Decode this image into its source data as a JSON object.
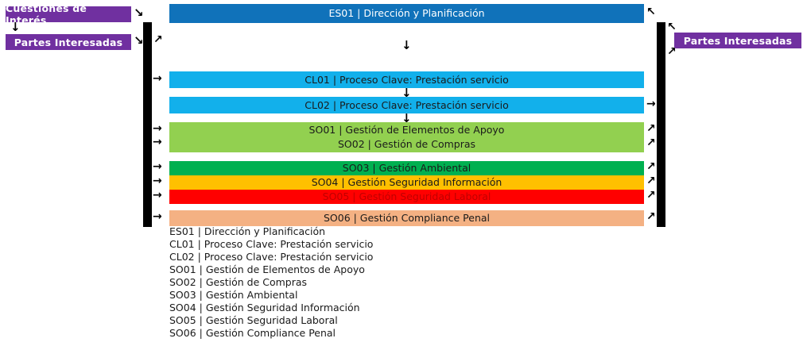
{
  "diagram": {
    "title_hidden": "",
    "stakeholders": {
      "left": [
        {
          "label": "Cuestiones de Interés"
        },
        {
          "label": "Partes Interesadas"
        }
      ],
      "right": [
        {
          "label": "Partes Interesadas"
        }
      ]
    },
    "process_bars": [
      {
        "id": "es01",
        "lines": [
          "ES01 | Dirección y Planificación"
        ],
        "color": "#1072BA",
        "text_color": "#FFFFFF"
      },
      {
        "id": "cl01",
        "lines": [
          "CL01 | Proceso Clave: Prestación servicio"
        ],
        "color": "#12B0EB",
        "text_color": "#1A1A1A"
      },
      {
        "id": "cl02",
        "lines": [
          "CL02 | Proceso Clave: Prestación servicio"
        ],
        "color": "#12B0EB",
        "text_color": "#1A1A1A"
      },
      {
        "id": "so0102",
        "lines": [
          "SO01 | Gestión de Elementos de Apoyo",
          "SO02 | Gestión de Compras"
        ],
        "color": "#92D050",
        "text_color": "#1A1A1A"
      },
      {
        "id": "so03",
        "lines": [
          "SO03 | Gestión Ambiental"
        ],
        "color": "#00B050",
        "text_color": "#1A1A1A"
      },
      {
        "id": "so04",
        "lines": [
          "SO04 | Gestión Seguridad Información"
        ],
        "color": "#FFC000",
        "text_color": "#1A1A1A"
      },
      {
        "id": "so05",
        "lines": [
          "SO05 | Gestión Seguridad Laboral"
        ],
        "color": "#FF0000",
        "text_color": "#C00000"
      },
      {
        "id": "so06",
        "lines": [
          "SO06 | Gestión Compliance Penal"
        ],
        "color": "#F4B183",
        "text_color": "#1A1A1A"
      }
    ],
    "arrows": {
      "down": "↓",
      "down_right": "↘",
      "up_right": "↗",
      "up_left": "↖",
      "right": "→"
    },
    "rails": {
      "color": "#000000"
    },
    "legend": [
      "ES01 | Dirección y Planificación",
      "CL01 | Proceso Clave: Prestación servicio",
      "CL02 | Proceso Clave: Prestación servicio",
      "SO01 | Gestión de Elementos de Apoyo",
      "SO02 | Gestión de Compras",
      "SO03 | Gestión Ambiental",
      "SO04 | Gestión Seguridad Información",
      "SO05 | Gestión Seguridad Laboral",
      "SO06 | Gestión Compliance Penal"
    ]
  }
}
